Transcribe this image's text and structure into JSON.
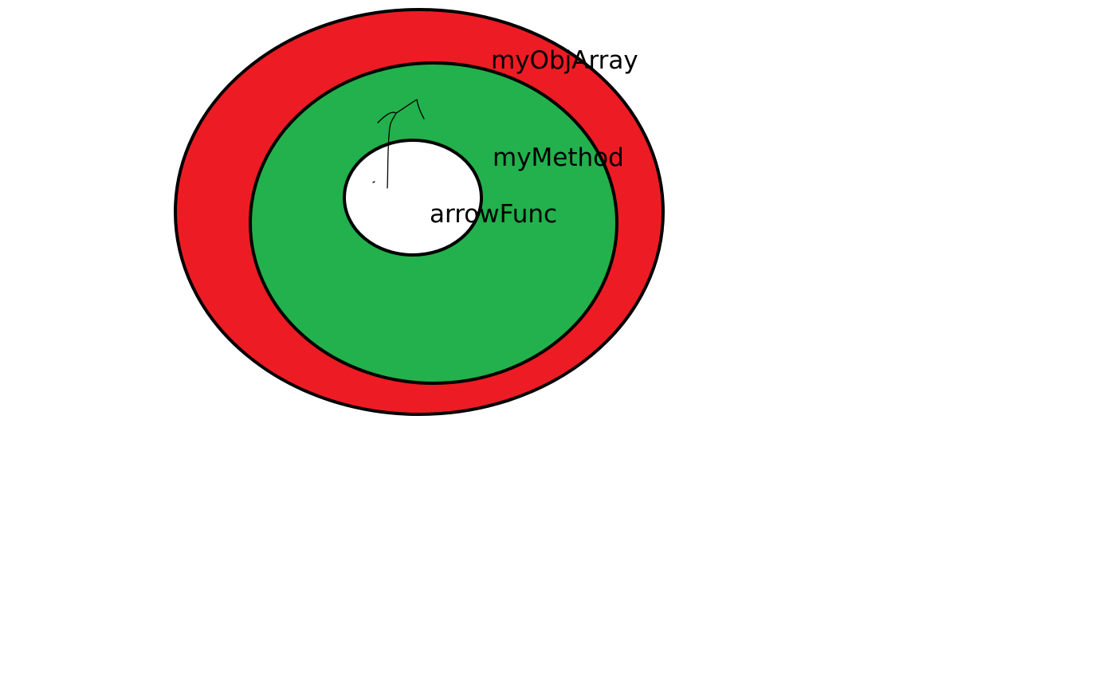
{
  "diagram": {
    "scopes": [
      {
        "id": "outer",
        "label": "myObjArray",
        "fill": "#ed1c24",
        "stroke": "#000000"
      },
      {
        "id": "middle",
        "label": "myMethod",
        "fill": "#22b14c",
        "stroke": "#000000"
      },
      {
        "id": "inner",
        "label": "arrowFunc",
        "fill": "#ffffff",
        "stroke": "#000000"
      }
    ],
    "arrow": {
      "icon": "hand-drawn-arrow-icon",
      "color": "#000000"
    }
  }
}
